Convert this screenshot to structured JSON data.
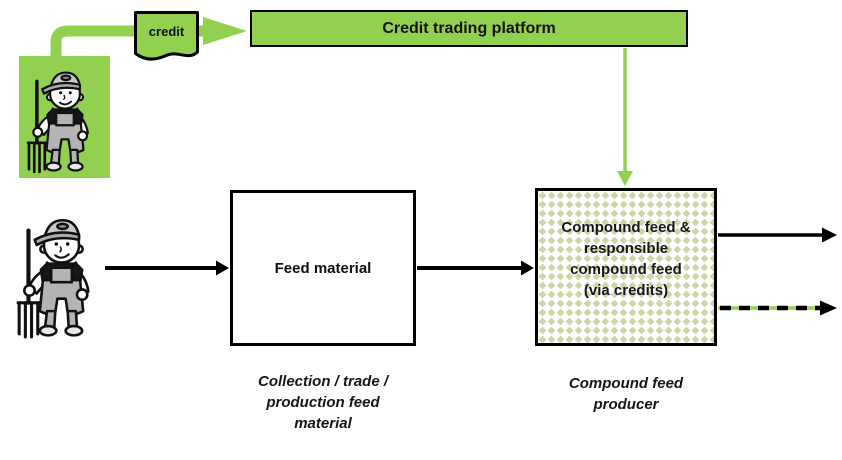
{
  "diagram": {
    "credit_tag": {
      "label": "credit"
    },
    "platform_box": {
      "label": "Credit trading platform"
    },
    "feed_box": {
      "label": "Feed material"
    },
    "compound_box": {
      "lines": [
        "Compound feed &",
        "responsible",
        "compound feed",
        "(via credits)"
      ]
    },
    "caption_feed": {
      "lines": [
        "Collection / trade /",
        "production feed",
        "material"
      ]
    },
    "caption_producer": {
      "lines": [
        "Compound feed",
        "producer"
      ]
    },
    "colors": {
      "accent_green": "#92d050",
      "pattern_green": "#ccd6a8",
      "line_black": "#000000"
    }
  }
}
